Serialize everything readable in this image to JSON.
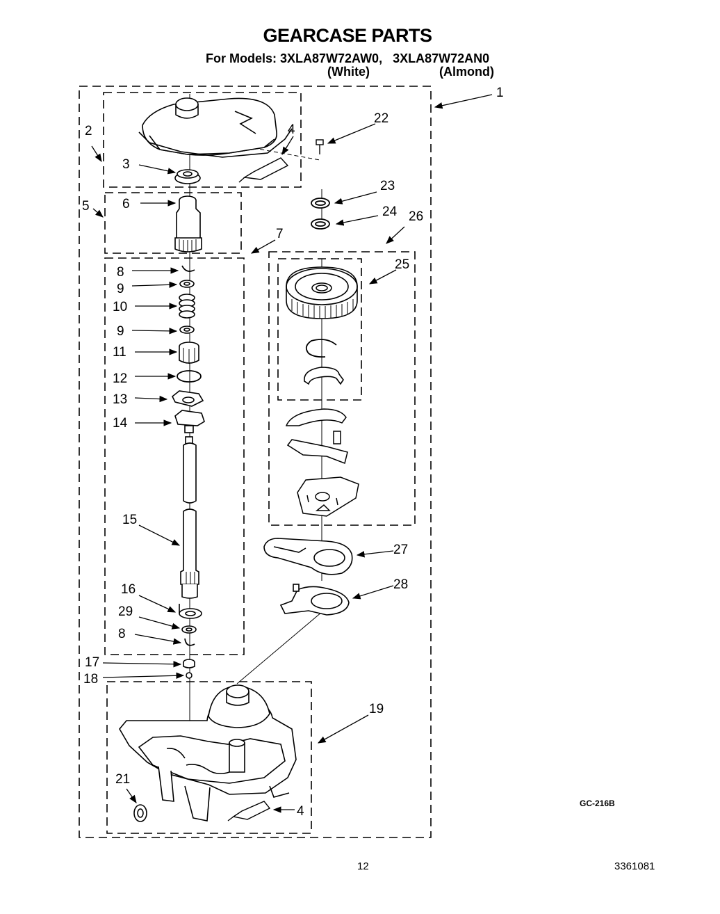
{
  "header": {
    "title": "GEARCASE PARTS",
    "models_prefix": "For Models:",
    "model_1": "3XLA87W72AW0,",
    "model_2": "3XLA87W72AN0",
    "color_1": "(White)",
    "color_2": "(Almond)"
  },
  "callouts": [
    {
      "id": "c1",
      "label": "1"
    },
    {
      "id": "c2",
      "label": "2"
    },
    {
      "id": "c3",
      "label": "3"
    },
    {
      "id": "c4a",
      "label": "4"
    },
    {
      "id": "c4b",
      "label": "4"
    },
    {
      "id": "c5",
      "label": "5"
    },
    {
      "id": "c6",
      "label": "6"
    },
    {
      "id": "c7",
      "label": "7"
    },
    {
      "id": "c8a",
      "label": "8"
    },
    {
      "id": "c8b",
      "label": "8"
    },
    {
      "id": "c9a",
      "label": "9"
    },
    {
      "id": "c9b",
      "label": "9"
    },
    {
      "id": "c10",
      "label": "10"
    },
    {
      "id": "c11",
      "label": "11"
    },
    {
      "id": "c12",
      "label": "12"
    },
    {
      "id": "c13",
      "label": "13"
    },
    {
      "id": "c14",
      "label": "14"
    },
    {
      "id": "c15",
      "label": "15"
    },
    {
      "id": "c16",
      "label": "16"
    },
    {
      "id": "c17",
      "label": "17"
    },
    {
      "id": "c18",
      "label": "18"
    },
    {
      "id": "c19",
      "label": "19"
    },
    {
      "id": "c21",
      "label": "21"
    },
    {
      "id": "c22",
      "label": "22"
    },
    {
      "id": "c23",
      "label": "23"
    },
    {
      "id": "c24",
      "label": "24"
    },
    {
      "id": "c25",
      "label": "25"
    },
    {
      "id": "c26",
      "label": "26"
    },
    {
      "id": "c27",
      "label": "27"
    },
    {
      "id": "c28",
      "label": "28"
    },
    {
      "id": "c29",
      "label": "29"
    }
  ],
  "footer": {
    "diagram_code": "GC-216B",
    "page_number": "12",
    "document_number": "3361081"
  }
}
